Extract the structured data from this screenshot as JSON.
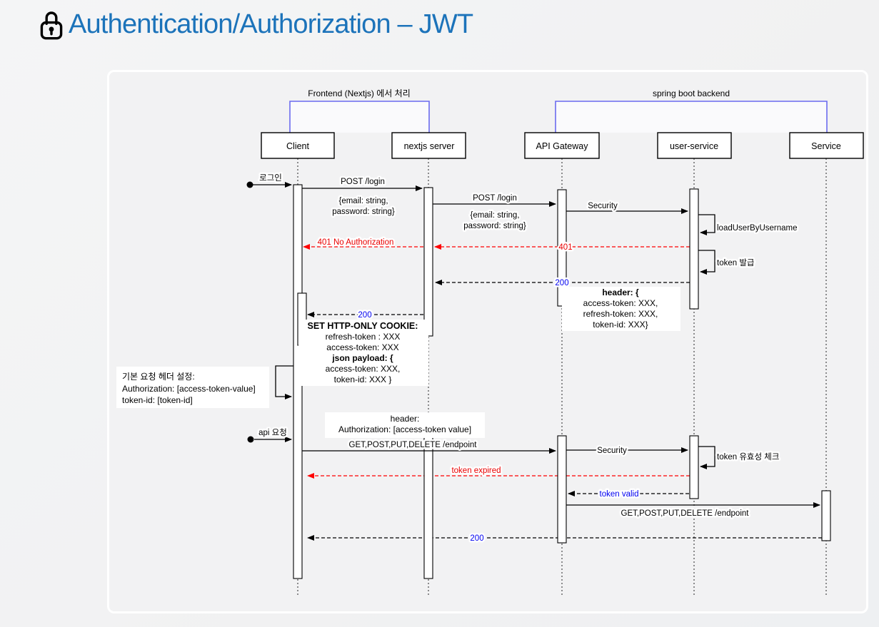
{
  "title": {
    "text": "Authentication/Authorization – JWT"
  },
  "groups": {
    "frontend": "Frontend (Nextjs) 에서 처리",
    "backend": "spring boot backend"
  },
  "participants": {
    "client": "Client",
    "nextjs": "nextjs server",
    "gateway": "API Gateway",
    "user_service": "user-service",
    "service": "Service"
  },
  "messages": {
    "login": "로그인",
    "post_login": "POST /login",
    "login_payload_1": "{email: string,",
    "login_payload_2": "password: string}",
    "security": "Security",
    "load_user": "loadUserByUsername",
    "code_401": "401",
    "code_401_no_auth": "401 No Authorization",
    "token_issue": "token 발급",
    "code_200": "200",
    "api_request": "api 요청",
    "get_endpoint": "GET,POST,PUT,DELETE /endpoint",
    "token_check": "token 유효성 체크",
    "token_expired": "token expired",
    "token_valid": "token valid"
  },
  "blocks": {
    "response_header": {
      "lines": [
        "header: {",
        "access-token: XXX,",
        "refresh-token: XXX,",
        "token-id: XXX}"
      ]
    },
    "set_cookie": {
      "lines": [
        "SET HTTP-ONLY COOKIE:",
        "refresh-token : XXX",
        "access-token: XXX",
        "json payload: {",
        "access-token: XXX,",
        "token-id: XXX }"
      ]
    },
    "default_request_header": {
      "lines": [
        "기본 요청 헤더 설정:",
        "Authorization:  [access-token-value]",
        "token-id: [token-id]"
      ]
    },
    "request_header": {
      "lines": [
        "header:",
        "Authorization: [access-token value]"
      ]
    }
  },
  "colors": {
    "title": "#1c73ba",
    "bracket": "#6b6bf0",
    "error": "#ff0000",
    "status": "#0000f0"
  }
}
